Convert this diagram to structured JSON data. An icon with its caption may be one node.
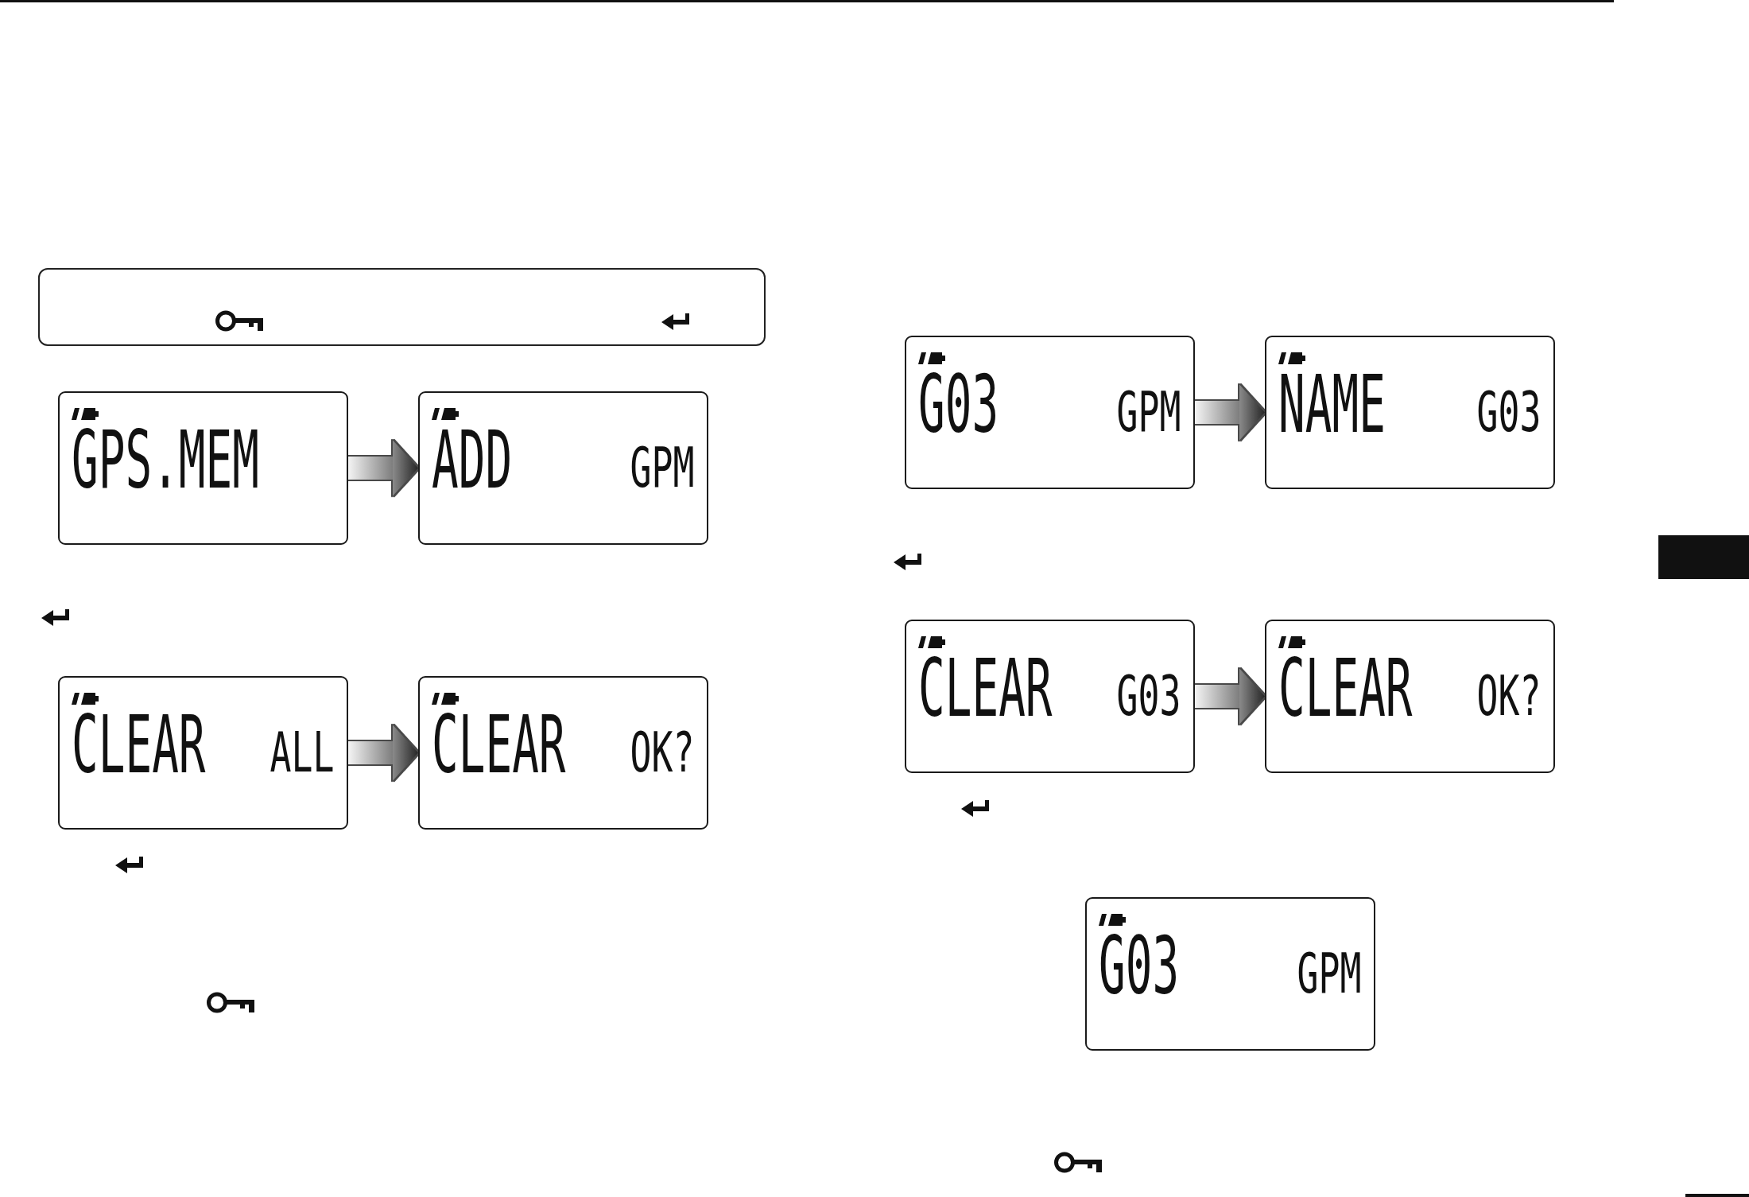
{
  "diagram": {
    "nodes": [
      {
        "text": [
          "GPS.MEM"
        ]
      },
      {
        "text": [
          "ADD",
          "GPM"
        ]
      },
      {
        "text": [
          "CLEAR",
          "ALL"
        ]
      },
      {
        "text": [
          "CLEAR",
          "OK?"
        ]
      },
      {
        "text": [
          "G03",
          "GPM"
        ]
      },
      {
        "text": [
          "NAME",
          "G03"
        ]
      },
      {
        "text": [
          "CLEAR",
          "G03"
        ]
      },
      {
        "text": [
          "CLEAR",
          "OK?"
        ]
      },
      {
        "text": [
          "G03",
          "GPM"
        ]
      },
      {
        "text": [],
        "shape": "box"
      }
    ],
    "edges": [
      {
        "from": 0,
        "to": 1,
        "arrow": "to"
      },
      {
        "from": 2,
        "to": 3,
        "arrow": "to"
      },
      {
        "from": 4,
        "to": 5,
        "arrow": "to"
      },
      {
        "from": 6,
        "to": 7,
        "arrow": "to"
      }
    ]
  }
}
